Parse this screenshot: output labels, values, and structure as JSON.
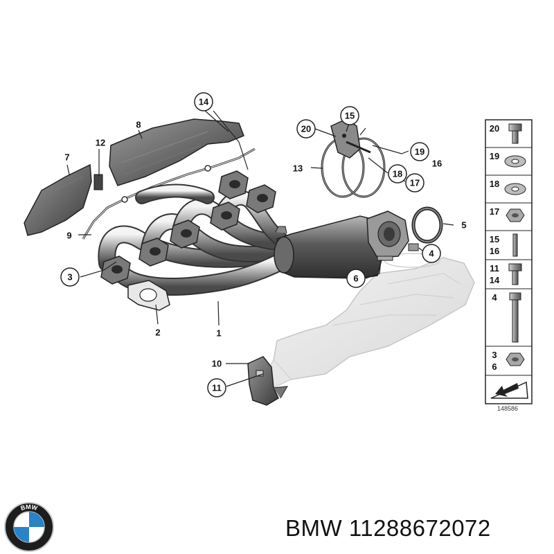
{
  "callouts": [
    {
      "label": "14"
    },
    {
      "label": "8"
    },
    {
      "label": "7"
    },
    {
      "label": "12"
    },
    {
      "label": "9"
    },
    {
      "label": "3"
    },
    {
      "label": "2"
    },
    {
      "label": "1"
    },
    {
      "label": "15"
    },
    {
      "label": "20"
    },
    {
      "label": "13"
    },
    {
      "label": "19"
    },
    {
      "label": "16"
    },
    {
      "label": "18"
    },
    {
      "label": "17"
    },
    {
      "label": "5"
    },
    {
      "label": "4"
    },
    {
      "label": "6"
    },
    {
      "label": "10"
    },
    {
      "label": "11"
    }
  ],
  "legend": {
    "rows": [
      {
        "labels": [
          "20"
        ],
        "icon": "bolt-icon"
      },
      {
        "labels": [
          "19"
        ],
        "icon": "washer-icon"
      },
      {
        "labels": [
          "18"
        ],
        "icon": "washer-icon"
      },
      {
        "labels": [
          "17"
        ],
        "icon": "nut-icon"
      },
      {
        "labels": [
          "15",
          "16"
        ],
        "icon": "stud-icon"
      },
      {
        "labels": [
          "11",
          "14"
        ],
        "icon": "bolt-icon"
      },
      {
        "labels": [
          "4"
        ],
        "icon": "long-bolt-icon"
      },
      {
        "labels": [
          "3",
          "6"
        ],
        "icon": "nut-icon"
      },
      {
        "labels": [],
        "icon": "arrow-icon"
      }
    ]
  },
  "diagram_code": "148586",
  "brand": {
    "logo_letters": "BMW",
    "colors": {
      "blue": "#2a82c8",
      "ring": "#1d1d1d"
    }
  },
  "caption": "BMW 11288672072"
}
